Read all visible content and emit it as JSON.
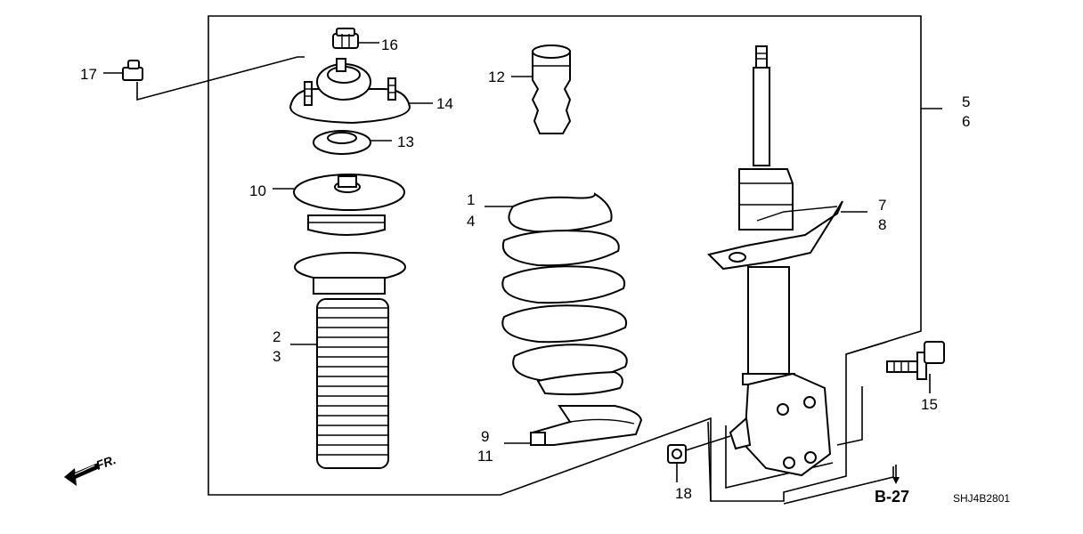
{
  "labels": {
    "p1": "1",
    "p2": "2",
    "p3": "3",
    "p4": "4",
    "p5": "5",
    "p6": "6",
    "p7": "7",
    "p8": "8",
    "p9": "9",
    "p10": "10",
    "p11": "11",
    "p12": "12",
    "p13": "13",
    "p14": "14",
    "p15": "15",
    "p16": "16",
    "p17": "17",
    "p18": "18"
  },
  "reference": "B-27",
  "diagram_code": "SHJ4B2801",
  "front_indicator": "FR.",
  "colors": {
    "ink": "#000000",
    "background": "#ffffff"
  }
}
